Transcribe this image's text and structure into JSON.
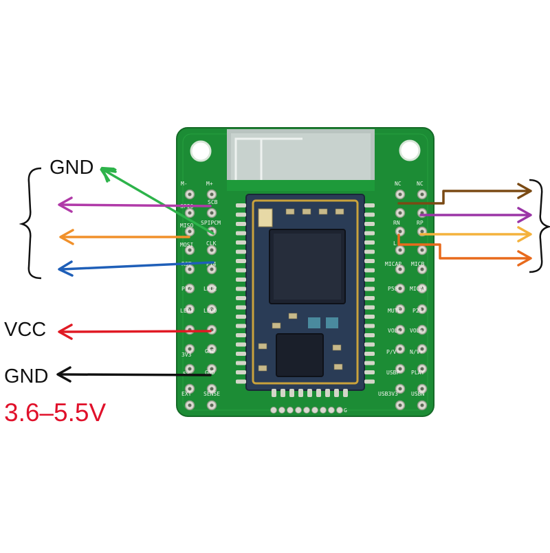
{
  "labels": {
    "gnd_top": "GND",
    "vcc": "VCC",
    "gnd_bottom": "GND",
    "voltage": "3.6–5.5V"
  },
  "pin_labels": {
    "top_left": [
      "M-",
      "M+"
    ],
    "top_right": [
      "NC",
      "NC"
    ],
    "left_outer": [
      "SPIO",
      "MISO",
      "MOSI",
      "RST",
      "P17",
      "LED1",
      "3V3",
      "5V",
      "EXT"
    ],
    "left_inner": [
      "SCB",
      "SPIPCM",
      "CLK",
      "P14",
      "LED2",
      "LED0",
      "GND",
      "GND",
      "SENSE"
    ],
    "right_inner": [
      "",
      "RN",
      "L",
      "MICAP",
      "P58",
      "MUTE",
      "VOL-",
      "P/V-",
      "USBP",
      "USB3V3"
    ],
    "right_outer": [
      "",
      "RP",
      "",
      "MICB",
      "MICAN",
      "P21",
      "VOL+",
      "N/V+",
      "PLAY",
      "USBN"
    ],
    "bottom": "G"
  },
  "colors": {
    "pcb": "#1c8c35",
    "module": "#2a3c56",
    "module_trim": "#c9a23c",
    "wire_green": "#2db34a",
    "wire_purple": "#b03aa8",
    "wire_orange": "#f0902a",
    "wire_blue": "#1f5fb8",
    "wire_red": "#e01a24",
    "wire_black": "#111111",
    "wire_brown": "#7a4a14",
    "wire_purple_right": "#9a35a6",
    "wire_yellow": "#f4b23c",
    "wire_orange_right": "#e86a1c",
    "voltage_text": "#e0102a"
  }
}
